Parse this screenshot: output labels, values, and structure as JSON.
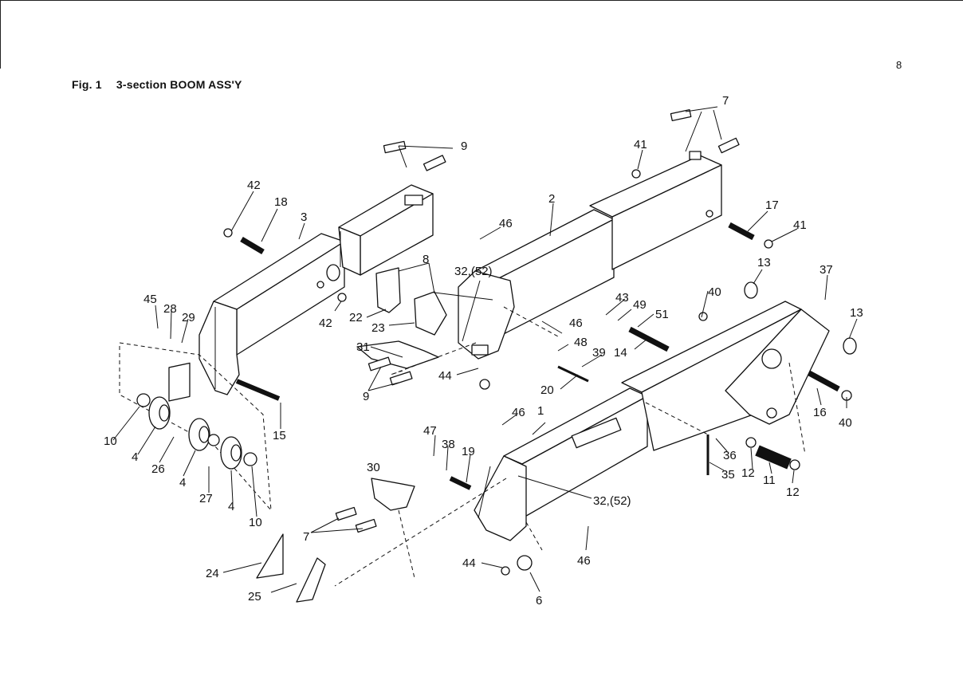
{
  "page_number": "8",
  "figure": {
    "label": "Fig. 1",
    "title": "3-section BOOM ASS'Y"
  },
  "callouts": {
    "c1": "1",
    "c2": "2",
    "c3": "3",
    "c4a": "4",
    "c4b": "4",
    "c4c": "4",
    "c6": "6",
    "c7a": "7",
    "c7b": "7",
    "c8": "8",
    "c9a": "9",
    "c9b": "9",
    "c10a": "10",
    "c10b": "10",
    "c11": "11",
    "c12a": "12",
    "c12b": "12",
    "c13a": "13",
    "c13b": "13",
    "c14": "14",
    "c15": "15",
    "c16": "16",
    "c17": "17",
    "c18": "18",
    "c19": "19",
    "c20": "20",
    "c22": "22",
    "c23": "23",
    "c24": "24",
    "c25": "25",
    "c26": "26",
    "c27": "27",
    "c28": "28",
    "c29": "29",
    "c30": "30",
    "c31": "31",
    "c32a": "32,(52)",
    "c32b": "32,(52)",
    "c35": "35",
    "c36": "36",
    "c37": "37",
    "c38": "38",
    "c39": "39",
    "c40a": "40",
    "c40b": "40",
    "c41a": "41",
    "c41b": "41",
    "c42a": "42",
    "c42b": "42",
    "c43": "43",
    "c44a": "44",
    "c44b": "44",
    "c45": "45",
    "c46a": "46",
    "c46b": "46",
    "c46c": "46",
    "c46d": "46",
    "c47": "47",
    "c48": "48",
    "c49": "49",
    "c51": "51"
  }
}
